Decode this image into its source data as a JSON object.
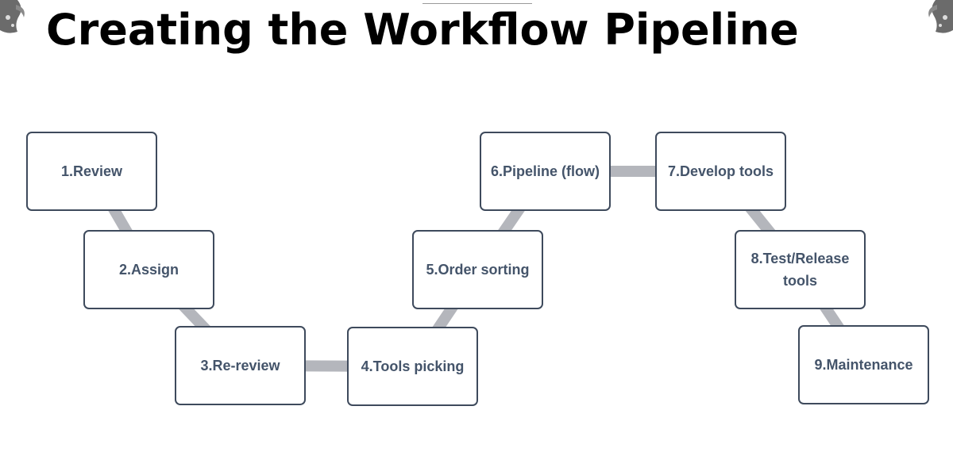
{
  "title": "Creating the Workflow Pipeline",
  "colors": {
    "title": "#000000",
    "box_border": "#3e4a5c",
    "box_text": "#44546a",
    "connector": "#b4b6bc",
    "ornament": "#6b6b6b"
  },
  "steps": [
    {
      "label": "1.Review"
    },
    {
      "label": "2.Assign"
    },
    {
      "label": "3.Re-review"
    },
    {
      "label": "4.Tools picking"
    },
    {
      "label": "5.Order sorting"
    },
    {
      "label": "6.Pipeline (flow)"
    },
    {
      "label": "7.Develop tools"
    },
    {
      "label": "8.Test/Release tools"
    },
    {
      "label": "9.Maintenance"
    }
  ]
}
